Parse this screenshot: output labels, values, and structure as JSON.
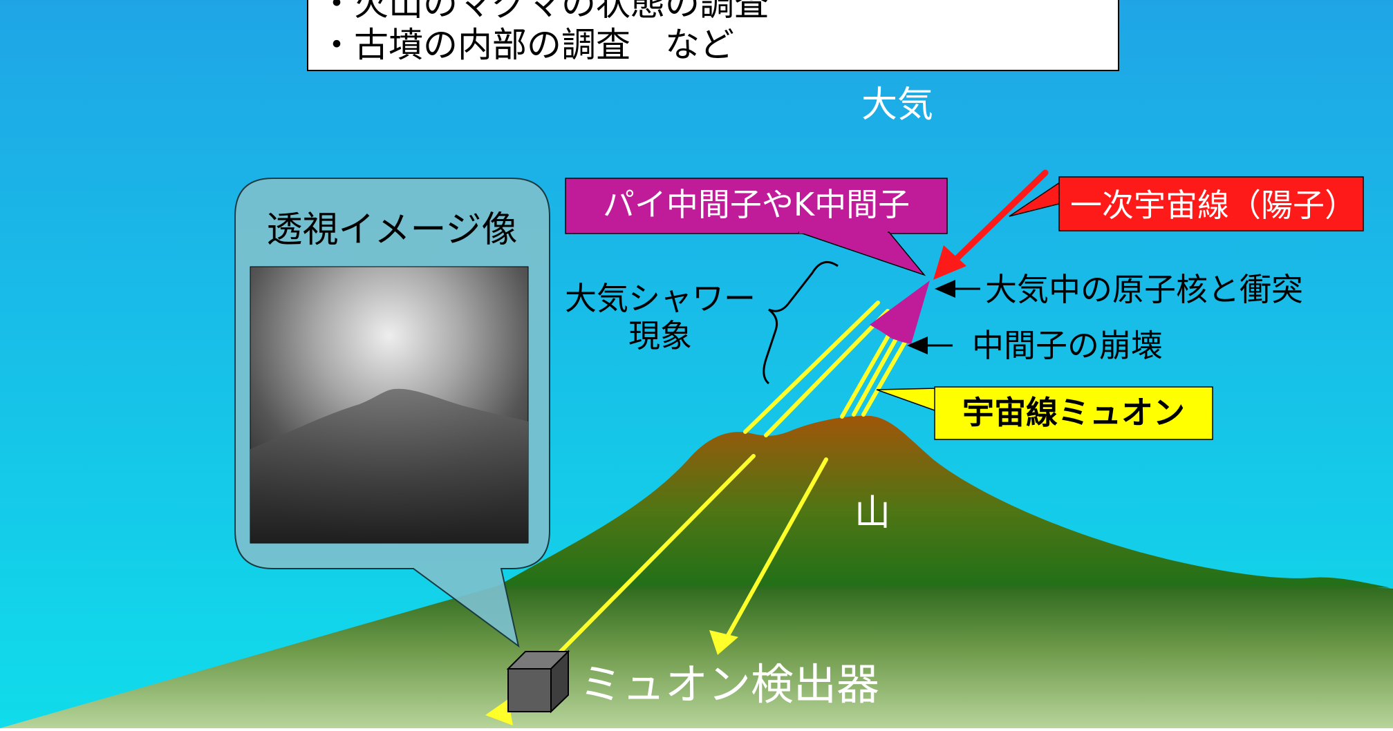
{
  "purpose_lines": [
    "・火山のマグマの状態の調査",
    "・古墳の内部の調査　など"
  ],
  "labels": {
    "atmosphere": "大気",
    "primary_cosmic_ray": "一次宇宙線（陽子）",
    "mesons": "パイ中間子やK中間子",
    "air_shower_line1": "大気シャワー",
    "air_shower_line2": "現象",
    "collision": "大気中の原子核と衝突",
    "meson_decay": "中間子の崩壊",
    "cosmic_ray_muon": "宇宙線ミュオン",
    "mountain": "山",
    "muon_detector": "ミュオン検出器",
    "radiograph_title": "透視イメージ像"
  },
  "colors": {
    "sky_top": "#1fa5e6",
    "sky_bottom": "#10dcea",
    "mountain_top": "#a0560a",
    "mountain_bottom": "#2a7a16",
    "ground_top": "#2f6a1e",
    "ground_bottom": "#b7d49b",
    "primary_ray": "#ff1a1a",
    "meson_callout": "#c01c9a",
    "muon_ray": "#ffff2a",
    "muon_callout": "#ffff00",
    "callout_panel": "#7cc0cd"
  },
  "icons": {
    "shower_brace": "curly-brace",
    "detector": "cube"
  }
}
